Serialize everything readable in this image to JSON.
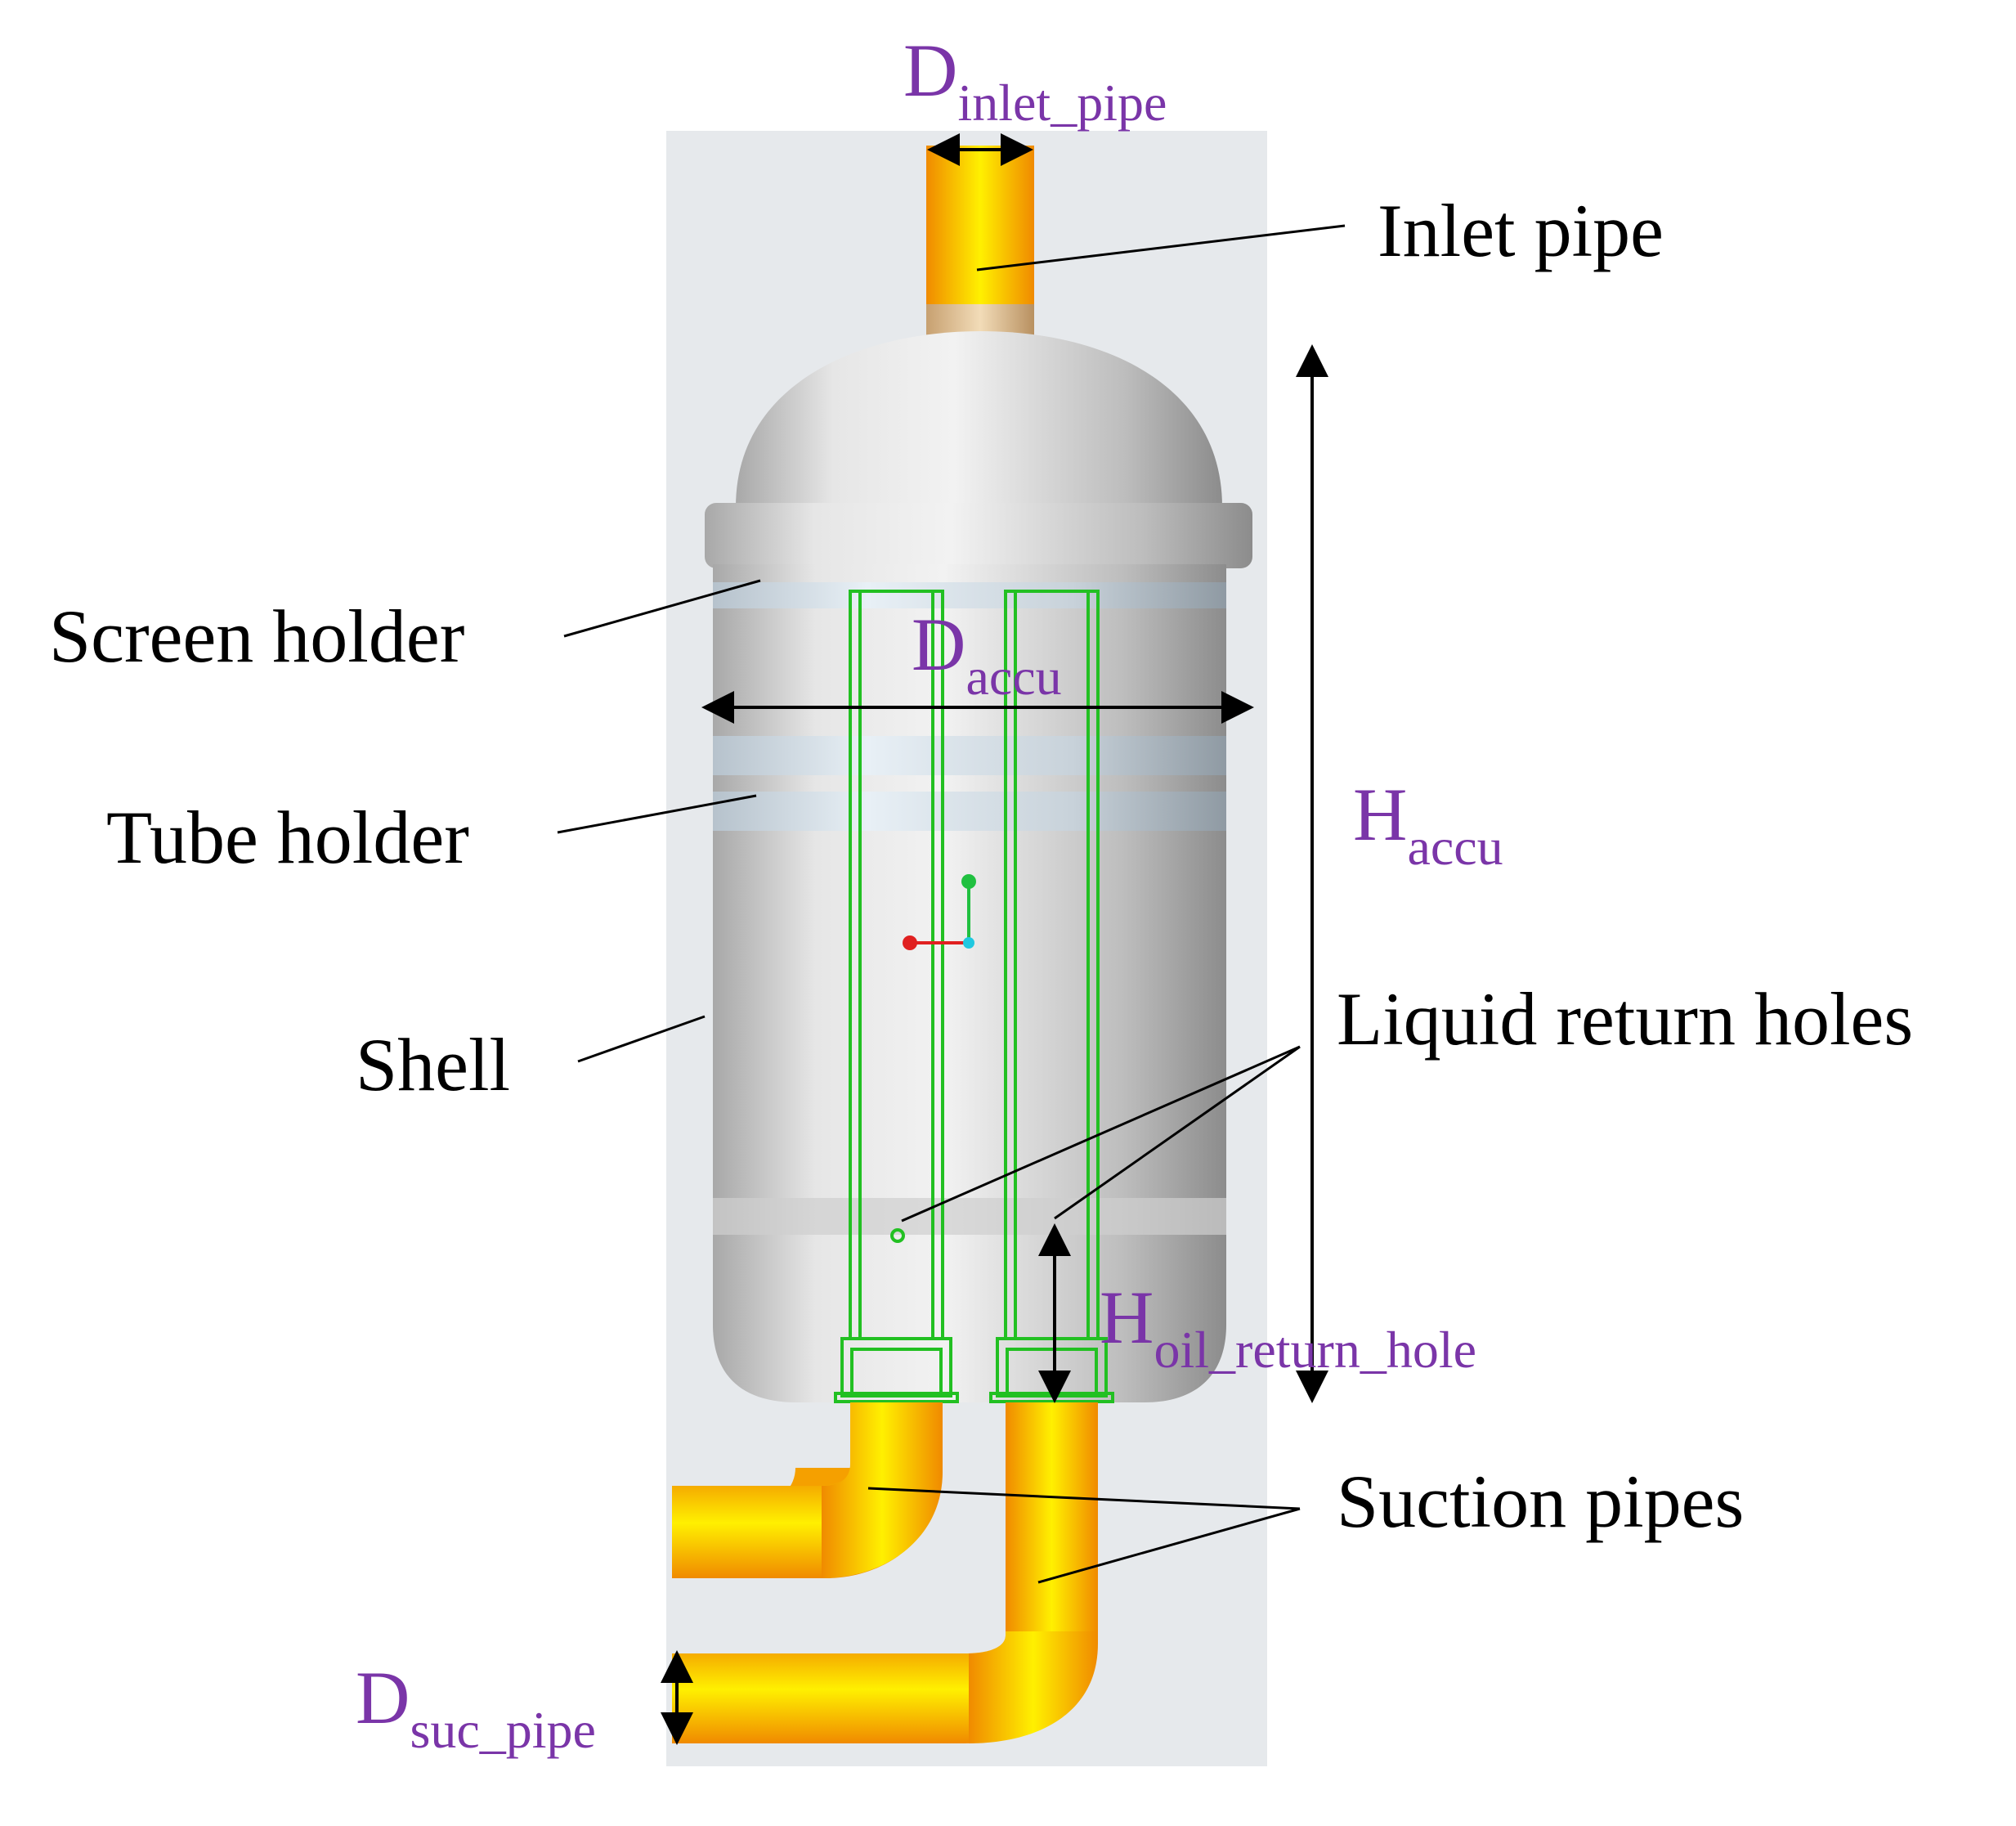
{
  "labels": {
    "inlet_pipe": "Inlet pipe",
    "screen_holder": "Screen holder",
    "tube_holder": "Tube holder",
    "shell": "Shell",
    "liquid_return_holes": "Liquid return holes",
    "suction_pipes": "Suction pipes"
  },
  "dimensions": {
    "d_inlet_pipe": {
      "main": "D",
      "sub": "inlet_pipe"
    },
    "d_accu": {
      "main": "D",
      "sub": "accu"
    },
    "h_accu": {
      "main": "H",
      "sub": "accu"
    },
    "h_oil_return_hole": {
      "main": "H",
      "sub": "oil_return_hole"
    },
    "d_suc_pipe": {
      "main": "D",
      "sub": "suc_pipe"
    }
  },
  "colors": {
    "dimension_text": "#7a35a8",
    "pipe": "#f5a000",
    "tube_outline": "#22c022",
    "background_panel": "#e6e9ec"
  }
}
